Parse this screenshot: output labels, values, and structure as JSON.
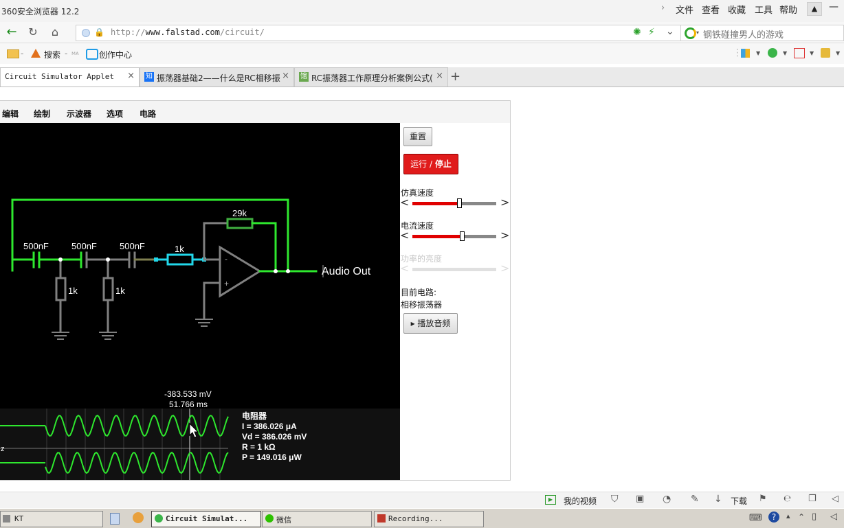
{
  "browser": {
    "title": "360安全浏览器 12.2",
    "menu": [
      "文件",
      "查看",
      "收藏",
      "工具",
      "帮助"
    ],
    "url_prefix": "http://",
    "url_domain": "www.falstad.com",
    "url_path": "/circuit/",
    "search_placeholder": "钢铁碰撞男人的游戏"
  },
  "bookmarks": {
    "search": "搜索",
    "creator": "创作中心"
  },
  "tabs": [
    {
      "label": "Circuit Simulator Applet"
    },
    {
      "label": "振荡器基础2——什么是RC相移振"
    },
    {
      "label": "RC振荡器工作原理分析案例公式("
    }
  ],
  "applet": {
    "menu": [
      "编辑",
      "绘制",
      "示波器",
      "选项",
      "电路"
    ],
    "reset": "重置",
    "run_stop_a": "运行 / ",
    "run_stop_b": "停止",
    "sim_speed": "仿真速度",
    "current_speed": "电流速度",
    "power_brightness": "功率的亮度",
    "current_circuit_label": "目前电路:",
    "current_circuit_name": "相移振荡器",
    "play_audio": "▸ 播放音频",
    "sliders": {
      "sim_speed": 0.56,
      "current_speed": 0.59
    }
  },
  "circuit": {
    "cap1": "500nF",
    "cap2": "500nF",
    "cap3": "500nF",
    "res_shunt1": "1k",
    "res_shunt2": "1k",
    "res_input": "1k",
    "res_feedback": "29k",
    "opamp_minus": "-",
    "opamp_plus": "+",
    "output_label": "Audio Out"
  },
  "scope": {
    "readout_v": "-383.533 mV",
    "readout_t": "51.766 ms",
    "edge_label": "z",
    "info_title": "电阻器",
    "info_i": "I = 386.026 μA",
    "info_vd": "Vd = 386.026 mV",
    "info_r": "R = 1 kΩ",
    "info_p": "P = 149.016 μW"
  },
  "statusbar": {
    "my_video": "我的视频",
    "download": "下载"
  },
  "taskbar": {
    "items": [
      "KT",
      "Circuit Simulat...",
      "微信",
      "Recording..."
    ]
  },
  "colors": {
    "wire_green": "#2ee82e",
    "wire_gray": "#808080",
    "highlight_cyan": "#22d7ea",
    "run_button_red": "#e01b1b",
    "slider_red": "#e00000"
  }
}
